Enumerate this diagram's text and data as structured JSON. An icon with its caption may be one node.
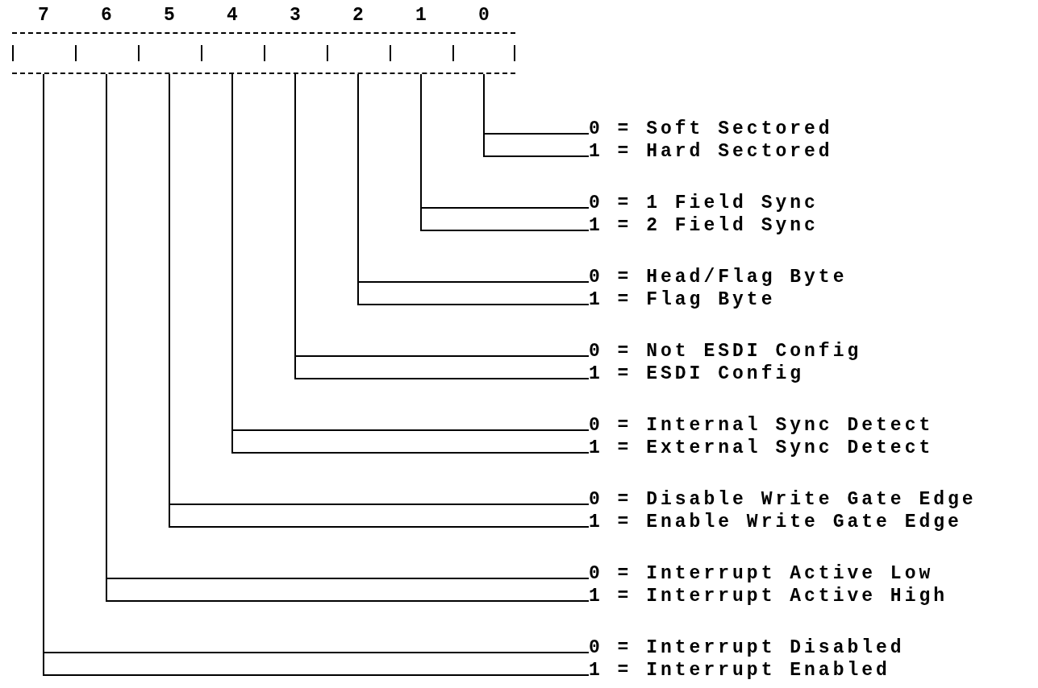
{
  "diagram": {
    "nodes": [
      {
        "text": [],
        "shape": "box"
      },
      {
        "text": [],
        "shape": "box",
        "in": 0
      },
      {
        "text": [],
        "shape": "box",
        "in": 0
      },
      {
        "text": [],
        "shape": "box",
        "in": 0
      },
      {
        "text": [],
        "shape": "box",
        "in": 0
      },
      {
        "text": [],
        "shape": "box",
        "in": 0
      },
      {
        "text": [],
        "shape": "box",
        "in": 0
      },
      {
        "text": [],
        "shape": "box",
        "in": 0
      },
      {
        "text": [],
        "shape": "box",
        "in": 0
      },
      {
        "text": [
          "0 = Soft Sectored"
        ]
      },
      {
        "text": [
          "1 = Hard Sectored"
        ]
      },
      {
        "text": [
          "0 = 1 Field Sync"
        ]
      },
      {
        "text": [
          "1 = 2 Field Sync"
        ]
      },
      {
        "text": [
          "0 = Head/Flag Byte"
        ]
      },
      {
        "text": [
          "1 = Flag Byte"
        ]
      },
      {
        "text": [
          "0 = Not ESDI Config"
        ]
      },
      {
        "text": [
          "1 = ESDI Config"
        ]
      },
      {
        "text": [
          "0 = Internal Sync Detect"
        ]
      },
      {
        "text": [
          "1 = External Sync Detect"
        ]
      },
      {
        "text": [
          "0 = Disable Write Gate Edge"
        ]
      },
      {
        "text": [
          "1 = Enable Write Gate Edge"
        ]
      },
      {
        "text": [
          "0 = Interrupt Active Low"
        ]
      },
      {
        "text": [
          "1 = Interrupt Active High"
        ]
      },
      {
        "text": [
          "0 = Interrupt Disabled"
        ]
      },
      {
        "text": [
          "1 = Interrupt Enabled"
        ]
      }
    ],
    "edges": [
      {
        "from": 8,
        "to": 9,
        "arrow": "none"
      },
      {
        "from": 8,
        "to": 10,
        "arrow": "none"
      },
      {
        "from": 7,
        "to": 11,
        "arrow": "none"
      },
      {
        "from": 7,
        "to": 12,
        "arrow": "none"
      },
      {
        "from": 6,
        "to": 13,
        "arrow": "none"
      },
      {
        "from": 6,
        "to": 14,
        "arrow": "none"
      },
      {
        "from": 5,
        "to": 15,
        "arrow": "none"
      },
      {
        "from": 5,
        "to": 16,
        "arrow": "none"
      },
      {
        "from": 4,
        "to": 17,
        "arrow": "none"
      },
      {
        "from": 4,
        "to": 18,
        "arrow": "none"
      },
      {
        "from": 3,
        "to": 19,
        "arrow": "none"
      },
      {
        "from": 3,
        "to": 20,
        "arrow": "none"
      },
      {
        "from": 2,
        "to": 21,
        "arrow": "none"
      },
      {
        "from": 2,
        "to": 22,
        "arrow": "none"
      },
      {
        "from": 1,
        "to": 23,
        "arrow": "none"
      },
      {
        "from": 1,
        "to": 24,
        "arrow": "none"
      }
    ],
    "labels": [
      "7",
      "6",
      "5",
      "4",
      "3",
      "2",
      "1",
      "0"
    ]
  }
}
